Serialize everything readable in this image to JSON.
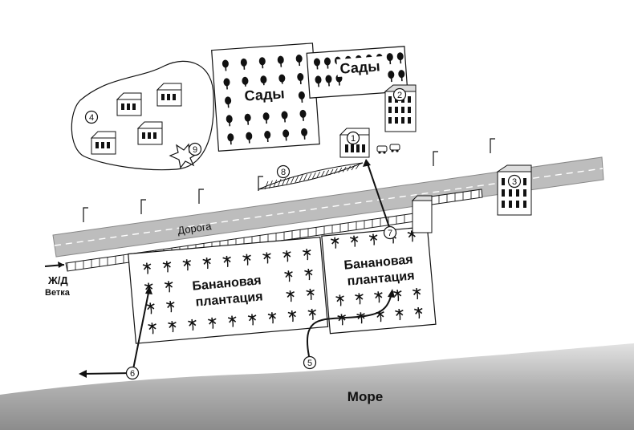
{
  "labels": {
    "road": "Дорога",
    "rail_1": "Ж/Д",
    "rail_2": "Ветка",
    "sea": "Море",
    "gardens_left": "Сады",
    "gardens_right": "Сады",
    "banana_left_1": "Банановая",
    "banana_left_2": "плантация",
    "banana_right_1": "Банановая",
    "banana_right_2": "плантация"
  },
  "markers": [
    "1",
    "2",
    "3",
    "4",
    "5",
    "6",
    "7",
    "8",
    "9"
  ],
  "colors": {
    "road": "#bdbdbd",
    "sea": "#9e9e9e",
    "ink": "#111111"
  }
}
